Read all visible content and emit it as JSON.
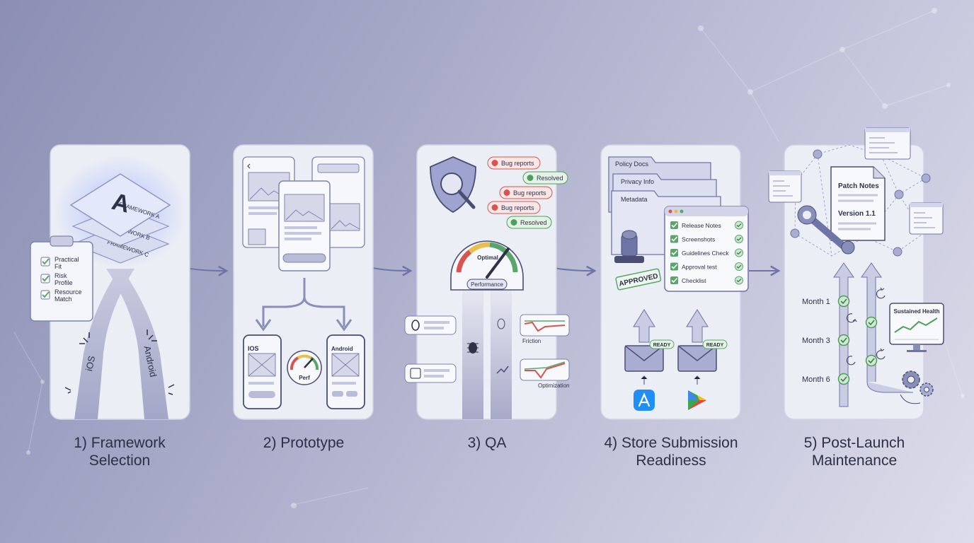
{
  "steps": [
    {
      "caption": "1) Framework\nSelection"
    },
    {
      "caption": "2) Prototype"
    },
    {
      "caption": "3) QA"
    },
    {
      "caption": "4) Store Submission\nReadiness"
    },
    {
      "caption": "5) Post-Launch\nMaintenance"
    }
  ],
  "panel1": {
    "layers": [
      "FRAMEWORK A",
      "FRAMEWORK B",
      "FRAMEWORK C"
    ],
    "badge_letter": "A",
    "checklist": [
      "Practical\nFit",
      "Risk\nProfile",
      "Resource\nMatch"
    ],
    "branches": [
      "iOS",
      "Android"
    ]
  },
  "panel2": {
    "ios_label": "IOS",
    "android_label": "Android",
    "gauge_label": "Perf"
  },
  "panel3": {
    "tags": [
      {
        "text": "Bug reports",
        "state": "bug"
      },
      {
        "text": "Resolved",
        "state": "ok"
      },
      {
        "text": "Bug reports",
        "state": "bug"
      },
      {
        "text": "Bug reports",
        "state": "bug"
      },
      {
        "text": "Resolved",
        "state": "ok"
      }
    ],
    "gauge_top": "Optimal",
    "gauge_bottom": "Performance",
    "friction_label": "Friction",
    "optimization_label": "Optimization"
  },
  "panel4": {
    "folders": [
      "Policy Docs",
      "Privacy Info",
      "Metadata"
    ],
    "checks": [
      "Release Notes",
      "Screenshots",
      "Guidelines Check",
      "Approval test",
      "Checklist"
    ],
    "stamp": "APPROVED",
    "ready": "READY"
  },
  "panel5": {
    "doc_title": "Patch Notes",
    "doc_version": "Version 1.1",
    "months": [
      "Month 1",
      "Month 3",
      "Month 6"
    ],
    "monitor_title": "Sustained Health"
  },
  "colors": {
    "accent": "#6f74a6",
    "check_green": "#5aa66a",
    "bug_red": "#d9534f",
    "ok_green": "#4f9e5d",
    "blue_glow": "#9fb6ff"
  }
}
